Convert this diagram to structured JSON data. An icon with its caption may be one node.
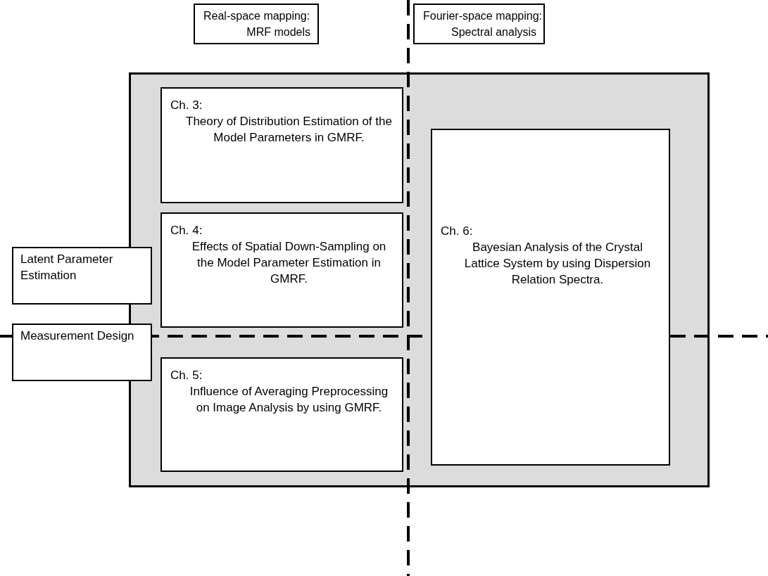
{
  "diagram": {
    "nodes": [
      {
        "text": [
          "Real-space mapping:",
          "MRF models"
        ]
      },
      {
        "text": [
          "Fourier-space mapping:",
          "Spectral analysis"
        ]
      },
      {
        "text": [],
        "shape": "box"
      },
      {
        "text": [
          "Ch. 3:",
          "Theory of Distribution Estimation of the Model Parameters in GMRF."
        ],
        "in": 2
      },
      {
        "text": [
          "Ch. 4:",
          "Effects of Spatial Down-Sampling on the Model Parameter Estimation in GMRF."
        ],
        "in": 2
      },
      {
        "text": [
          "Ch. 5:",
          "Influence of Averaging Preprocessing on Image Analysis by using GMRF."
        ],
        "in": 2
      },
      {
        "text": [
          "Ch. 6:",
          "Bayesian Analysis of the Crystal Lattice System by using Dispersion Relation Spectra."
        ],
        "in": 2
      },
      {
        "text": [
          "Latent Parameter Estimation"
        ]
      },
      {
        "text": [
          "Measurement Design"
        ]
      }
    ],
    "edges": []
  }
}
